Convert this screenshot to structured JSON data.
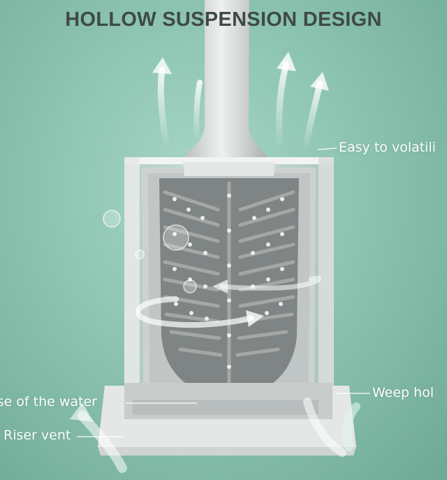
{
  "title": "HOLLOW SUSPENSION DESIGN",
  "labels": {
    "volatile": "Easy to volatili",
    "water": "ase of the water",
    "weep": "Weep hol",
    "riser": "Riser vent"
  },
  "colors": {
    "background": "#8cc4b1",
    "holder": "#dfe3e2",
    "bristles": "#8a8f8e",
    "title_text": "#3f4a48",
    "label_text": "#ffffff"
  },
  "icons": [
    "up-arrow-icon",
    "swirl-arrow-icon",
    "water-drop-icon"
  ]
}
